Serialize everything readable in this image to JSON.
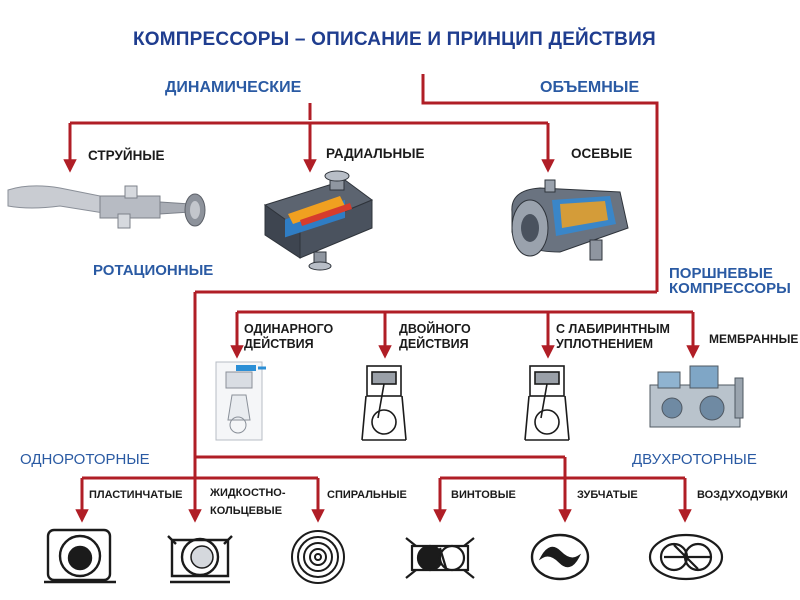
{
  "title": "КОМПРЕССОРЫ – ОПИСАНИЕ И ПРИНЦИП ДЕЙСТВИЯ",
  "colors": {
    "line": "#b01e26",
    "title": "#1f3d8f",
    "category": "#2a5aa3",
    "text": "#1b1b1b"
  },
  "categories": {
    "dynamic": "ДИНАМИЧЕСКИЕ",
    "volumetric": "ОБЪЕМНЫЕ",
    "rotary": "РОТАЦИОННЫЕ",
    "piston": "ПОРШНЕВЫЕ КОМПРЕССОРЫ",
    "single_rotor": "ОДНОРОТОРНЫЕ",
    "twin_rotor": "ДВУХРОТОРНЫЕ"
  },
  "dynamic_types": [
    "СТРУЙНЫЕ",
    "РАДИАЛЬНЫЕ",
    "ОСЕВЫЕ"
  ],
  "piston_types": [
    "ОДИНАРНОГО ДЕЙСТВИЯ",
    "ДВОЙНОГО ДЕЙСТВИЯ",
    "С ЛАБИРИНТНЫМ УПЛОТНЕНИЕМ",
    "МЕМБРАННЫЕ"
  ],
  "single_rotor_types": [
    "ПЛАСТИНЧАТЫЕ",
    "ЖИДКОСТНО-КОЛЬЦЕВЫЕ",
    "СПИРАЛЬНЫЕ"
  ],
  "twin_rotor_types": [
    "ВИНТОВЫЕ",
    "ЗУБЧАТЫЕ",
    "ВОЗДУХОДУВКИ"
  ]
}
